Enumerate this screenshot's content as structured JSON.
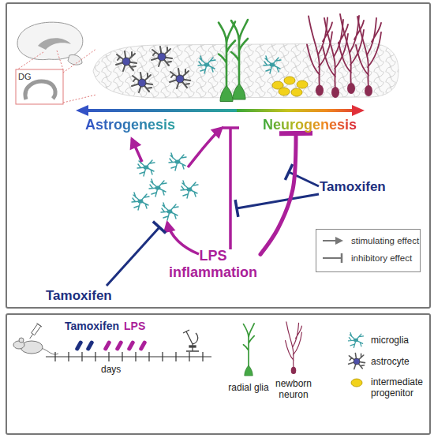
{
  "diagram": {
    "nodes": [
      {
        "text": [
          "Astrogenesis"
        ]
      },
      {
        "text": [
          "Neurogenesis"
        ]
      },
      {
        "text": [
          "Tamoxifen"
        ]
      },
      {
        "text": [
          "LPS inflammation"
        ]
      },
      {
        "text": [
          "Tamoxifen"
        ]
      }
    ],
    "edges": [
      {
        "from": 3,
        "to": 1,
        "arrow": "to"
      }
    ],
    "labels": [
      "DG",
      "Tamoxifen",
      "LPS",
      "days",
      "radial glia",
      "newborn neuron",
      "microglia",
      "astrocyte",
      "intermediate progenitor"
    ],
    "legend": [
      {
        "text": "stimulating effect"
      },
      {
        "text": "inhibitory effect"
      }
    ]
  }
}
